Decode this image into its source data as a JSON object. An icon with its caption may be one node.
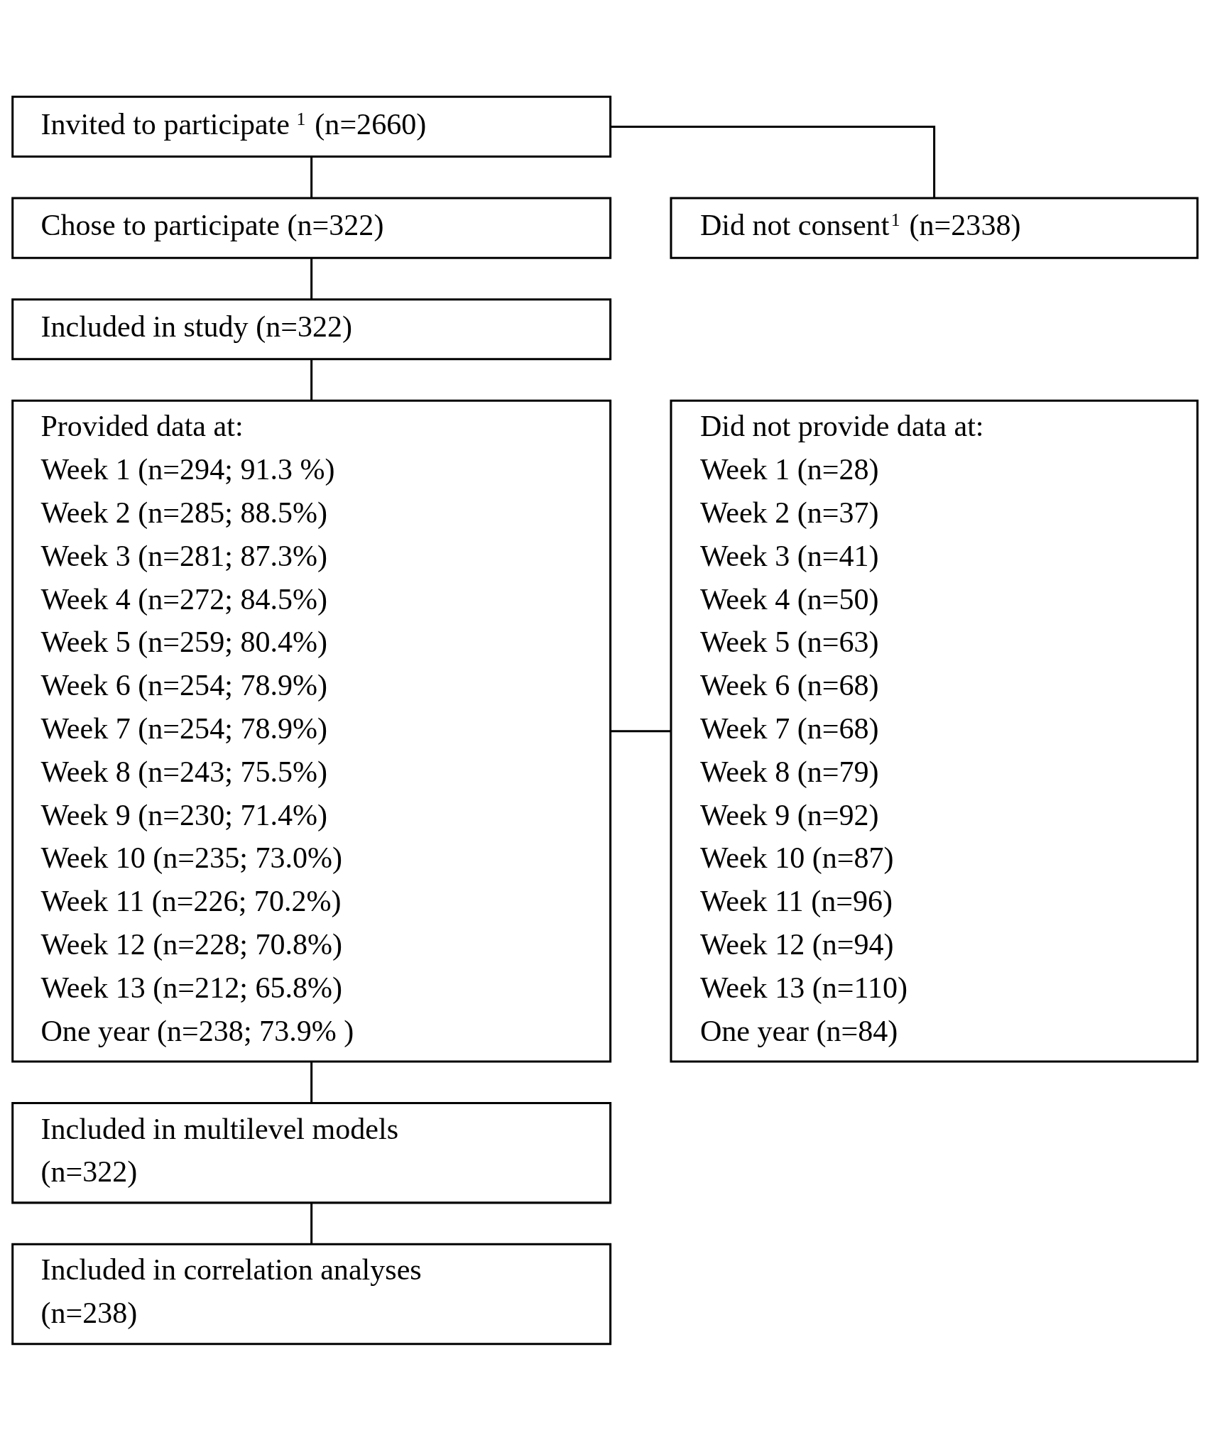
{
  "diagram": {
    "nodes": [
      {
        "text": [
          "Invited to participate$^{1}$ (n=2660)"
        ]
      },
      {
        "text": [
          "Did not consent$^{1}$ (n=2338)"
        ]
      },
      {
        "text": [
          "Chose to participate (n=322)"
        ]
      },
      {
        "text": [
          "Included in study (n=322)"
        ]
      },
      {
        "text": [
          "Provided data at:",
          "Week 1 (n=294; 91.3 %)",
          "Week 2 (n=285; 88.5%)",
          "Week 3 (n=281; 87.3%)",
          "Week 4 (n=272; 84.5%)",
          "Week 5 (n=259; 80.4%)",
          "Week 6 (n=254; 78.9%)",
          "Week 7 (n=254; 78.9%)",
          "Week 8 (n=243; 75.5%)",
          "Week 9 (n=230; 71.4%)",
          "Week 10 (n=235; 73.0%)",
          "Week 11 (n=226; 70.2%)",
          "Week 12 (n=228; 70.8%)",
          "Week 13 (n=212; 65.8%)",
          "One year (n=238; 73.9% )"
        ]
      },
      {
        "text": [
          "Did not provide data at:",
          "Week 1 (n=28)",
          "Week 2 (n=37)",
          "Week 3 (n=41)",
          "Week 4 (n=50)",
          "Week 5 (n=63)",
          "Week 6 (n=68)",
          "Week 7 (n=68)",
          "Week 8 (n=79)",
          "Week 9 (n=92)",
          "Week 10 (n=87)",
          "Week 11 (n=96)",
          "Week 12 (n=94)",
          "Week 13 (n=110)",
          "One year (n=84)"
        ]
      },
      {
        "text": [
          "Included in multilevel models (n=322)"
        ]
      },
      {
        "text": [
          "Included in correlation analyses (n=238)"
        ]
      }
    ],
    "edges": [
      {
        "from": 0,
        "to": 2,
        "arrow": "none"
      },
      {
        "from": 0,
        "to": 1,
        "arrow": "none"
      },
      {
        "from": 2,
        "to": 3,
        "arrow": "none"
      },
      {
        "from": 3,
        "to": 4,
        "arrow": "none"
      },
      {
        "from": 4,
        "to": 5,
        "arrow": "none"
      },
      {
        "from": 4,
        "to": 6,
        "arrow": "none"
      },
      {
        "from": 6,
        "to": 7,
        "arrow": "none"
      }
    ]
  }
}
